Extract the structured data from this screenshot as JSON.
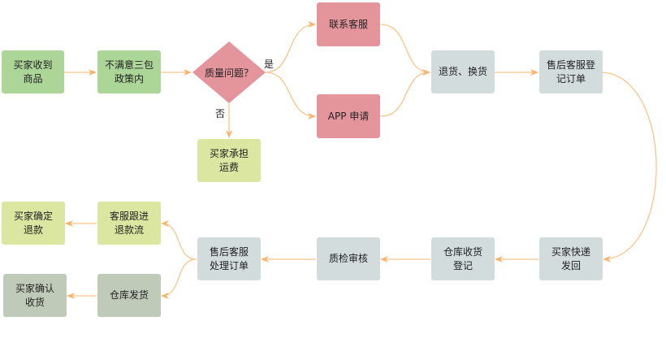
{
  "diagram": {
    "type": "flowchart",
    "edge_color": "#fbc48a",
    "nodes": {
      "buyer_receives": {
        "label": "买家收到\n商品",
        "color": "#acd598"
      },
      "not_satisfied": {
        "label": "不满意三包\n政策内",
        "color": "#acd598"
      },
      "quality_issue": {
        "label": "质量问题？",
        "shape": "diamond",
        "color": "#e4959c"
      },
      "contact_service": {
        "label": "联系客服",
        "color": "#e4959c"
      },
      "app_apply": {
        "label": "APP 申请",
        "color": "#e4959c"
      },
      "return_exchange": {
        "label": "退货、换货",
        "color": "#d2dcdd"
      },
      "register_order": {
        "label": "售后客服登\n记订单",
        "color": "#d2dcdd"
      },
      "buyer_pays_shipping": {
        "label": "买家承担\n运费",
        "color": "#dbe6a1"
      },
      "buyer_ships_back": {
        "label": "买家快递\n发回",
        "color": "#d2dcdd"
      },
      "warehouse_register": {
        "label": "仓库收货\n登记",
        "color": "#d2dcdd"
      },
      "qc_review": {
        "label": "质检审核",
        "color": "#d2dcdd"
      },
      "process_order": {
        "label": "售后客服\n处理订单",
        "color": "#d2dcdd"
      },
      "follow_refund": {
        "label": "客服跟进\n退款流",
        "color": "#dbe6a1"
      },
      "buyer_confirm_refund": {
        "label": "买家确定\n退款",
        "color": "#dbe6a1"
      },
      "warehouse_ship": {
        "label": "仓库发货",
        "color": "#c0cab9"
      },
      "buyer_confirm_receipt": {
        "label": "买家确认\n收货",
        "color": "#c0cab9"
      }
    },
    "edge_labels": {
      "yes": "是",
      "no": "否"
    },
    "edges": [
      {
        "from": "buyer_receives",
        "to": "not_satisfied"
      },
      {
        "from": "not_satisfied",
        "to": "quality_issue"
      },
      {
        "from": "quality_issue",
        "to": "contact_service",
        "label": "是"
      },
      {
        "from": "quality_issue",
        "to": "app_apply",
        "label": "是"
      },
      {
        "from": "quality_issue",
        "to": "buyer_pays_shipping",
        "label": "否"
      },
      {
        "from": "contact_service",
        "to": "return_exchange"
      },
      {
        "from": "app_apply",
        "to": "return_exchange"
      },
      {
        "from": "return_exchange",
        "to": "register_order"
      },
      {
        "from": "register_order",
        "to": "buyer_ships_back"
      },
      {
        "from": "buyer_ships_back",
        "to": "warehouse_register"
      },
      {
        "from": "warehouse_register",
        "to": "qc_review"
      },
      {
        "from": "qc_review",
        "to": "process_order"
      },
      {
        "from": "process_order",
        "to": "follow_refund"
      },
      {
        "from": "process_order",
        "to": "warehouse_ship"
      },
      {
        "from": "follow_refund",
        "to": "buyer_confirm_refund"
      },
      {
        "from": "warehouse_ship",
        "to": "buyer_confirm_receipt"
      }
    ]
  }
}
